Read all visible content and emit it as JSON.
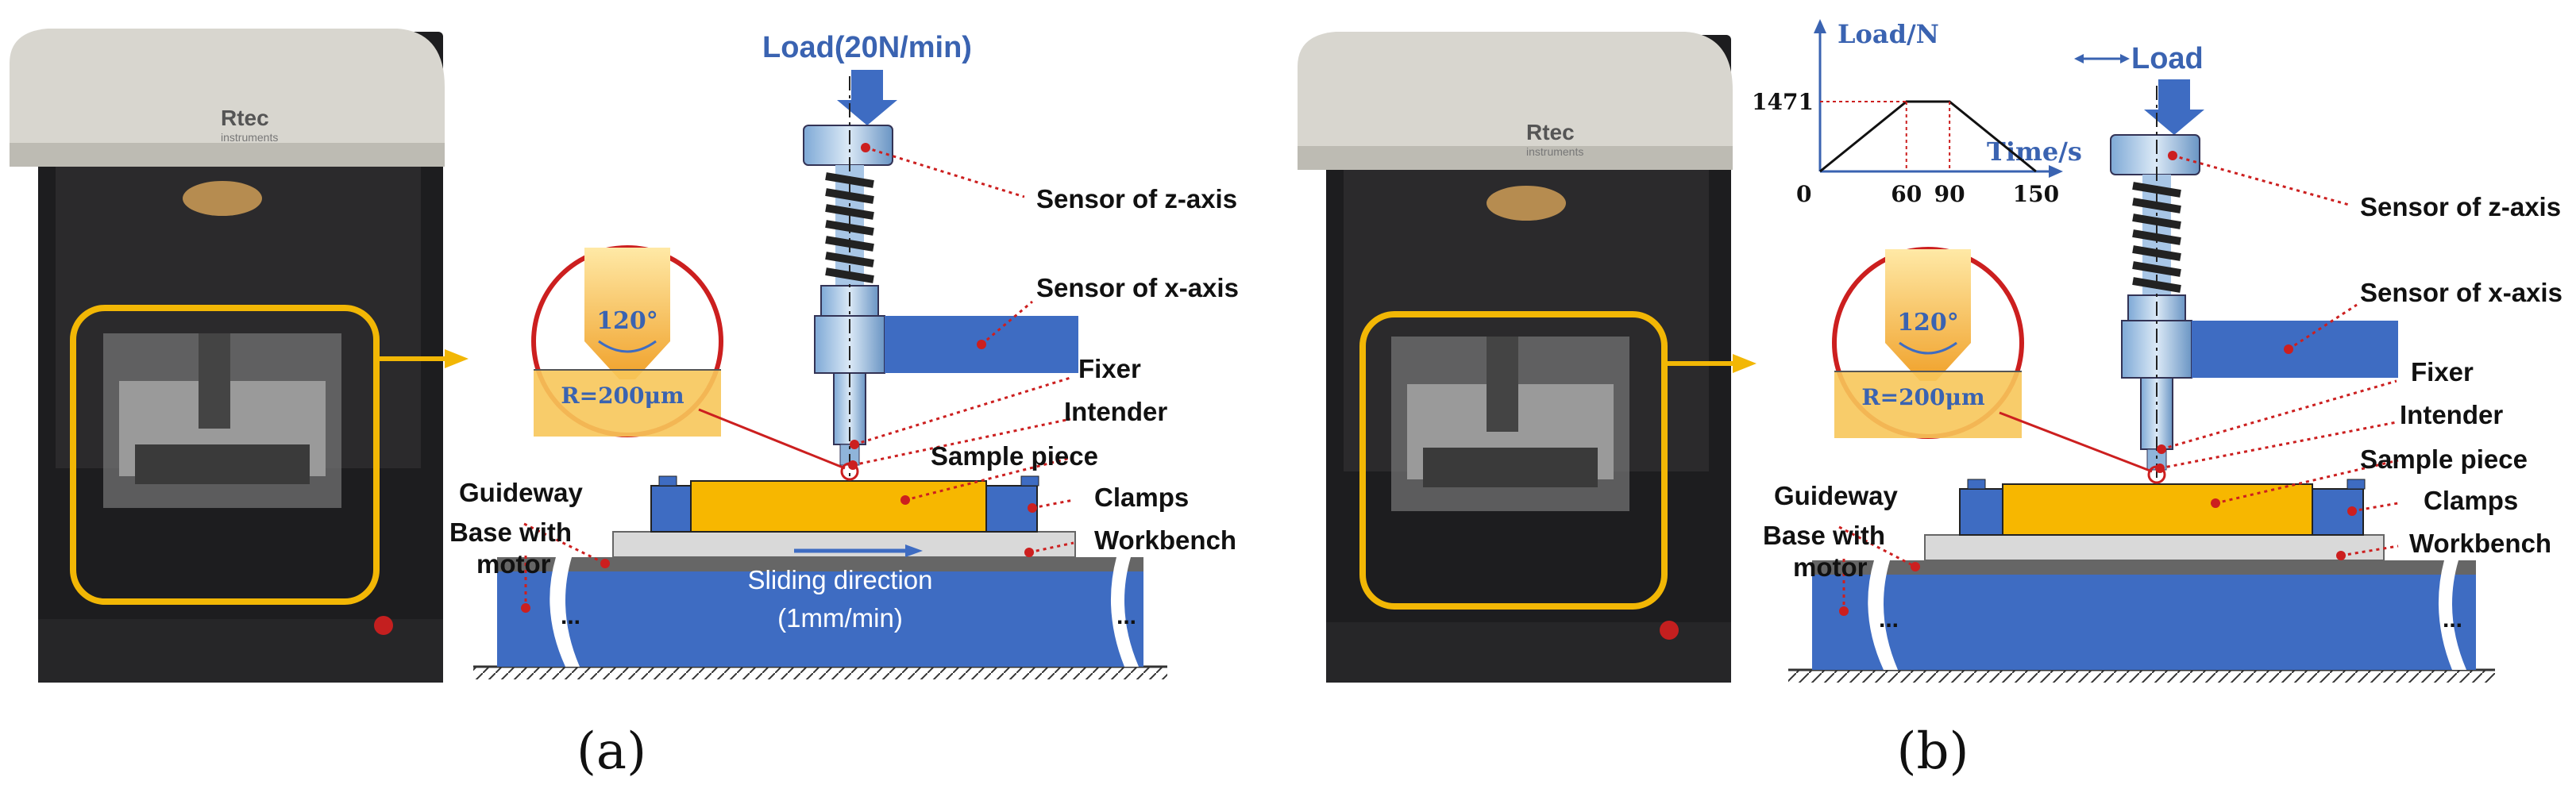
{
  "panels": {
    "a": {
      "caption": "(a)",
      "load_label": "Load(20N/min)",
      "machine_brand": "Rtec",
      "machine_brand_sub": "instruments",
      "angle": "120°",
      "radius": "R=200μm",
      "labels": {
        "sensor_z": "Sensor of z-axis",
        "sensor_x": "Sensor of x-axis",
        "fixer": "Fixer",
        "intender": "Intender",
        "sample": "Sample piece",
        "clamps": "Clamps",
        "workbench": "Workbench",
        "guideway": "Guideway",
        "base_line1": "Base with",
        "base_line2": "motor"
      },
      "sliding_line1": "Sliding direction",
      "sliding_line2": "(1mm/min)"
    },
    "b": {
      "caption": "(b)",
      "load_label": "Load",
      "machine_brand": "Rtec",
      "machine_brand_sub": "instruments",
      "angle": "120°",
      "radius": "R=200μm",
      "labels": {
        "sensor_z": "Sensor of z-axis",
        "sensor_x": "Sensor of x-axis",
        "fixer": "Fixer",
        "intender": "Intender",
        "sample": "Sample piece",
        "clamps": "Clamps",
        "workbench": "Workbench",
        "guideway": "Guideway",
        "base_line1": "Base with",
        "base_line2": "motor"
      },
      "load_profile": {
        "ylabel": "Load/N",
        "xlabel": "Time/s",
        "peak_label": "1471",
        "origin_label": "0",
        "x_ticks": [
          "60",
          "90",
          "150"
        ],
        "points": [
          [
            0,
            0
          ],
          [
            60,
            1471
          ],
          [
            90,
            1471
          ],
          [
            150,
            0
          ]
        ]
      }
    }
  },
  "colors": {
    "blue": "#3a63b1",
    "orange": "#f5b800",
    "red": "#cc1f1f",
    "light_blue": "#9fc3e6",
    "highlight_yellow": "#f2b705"
  }
}
